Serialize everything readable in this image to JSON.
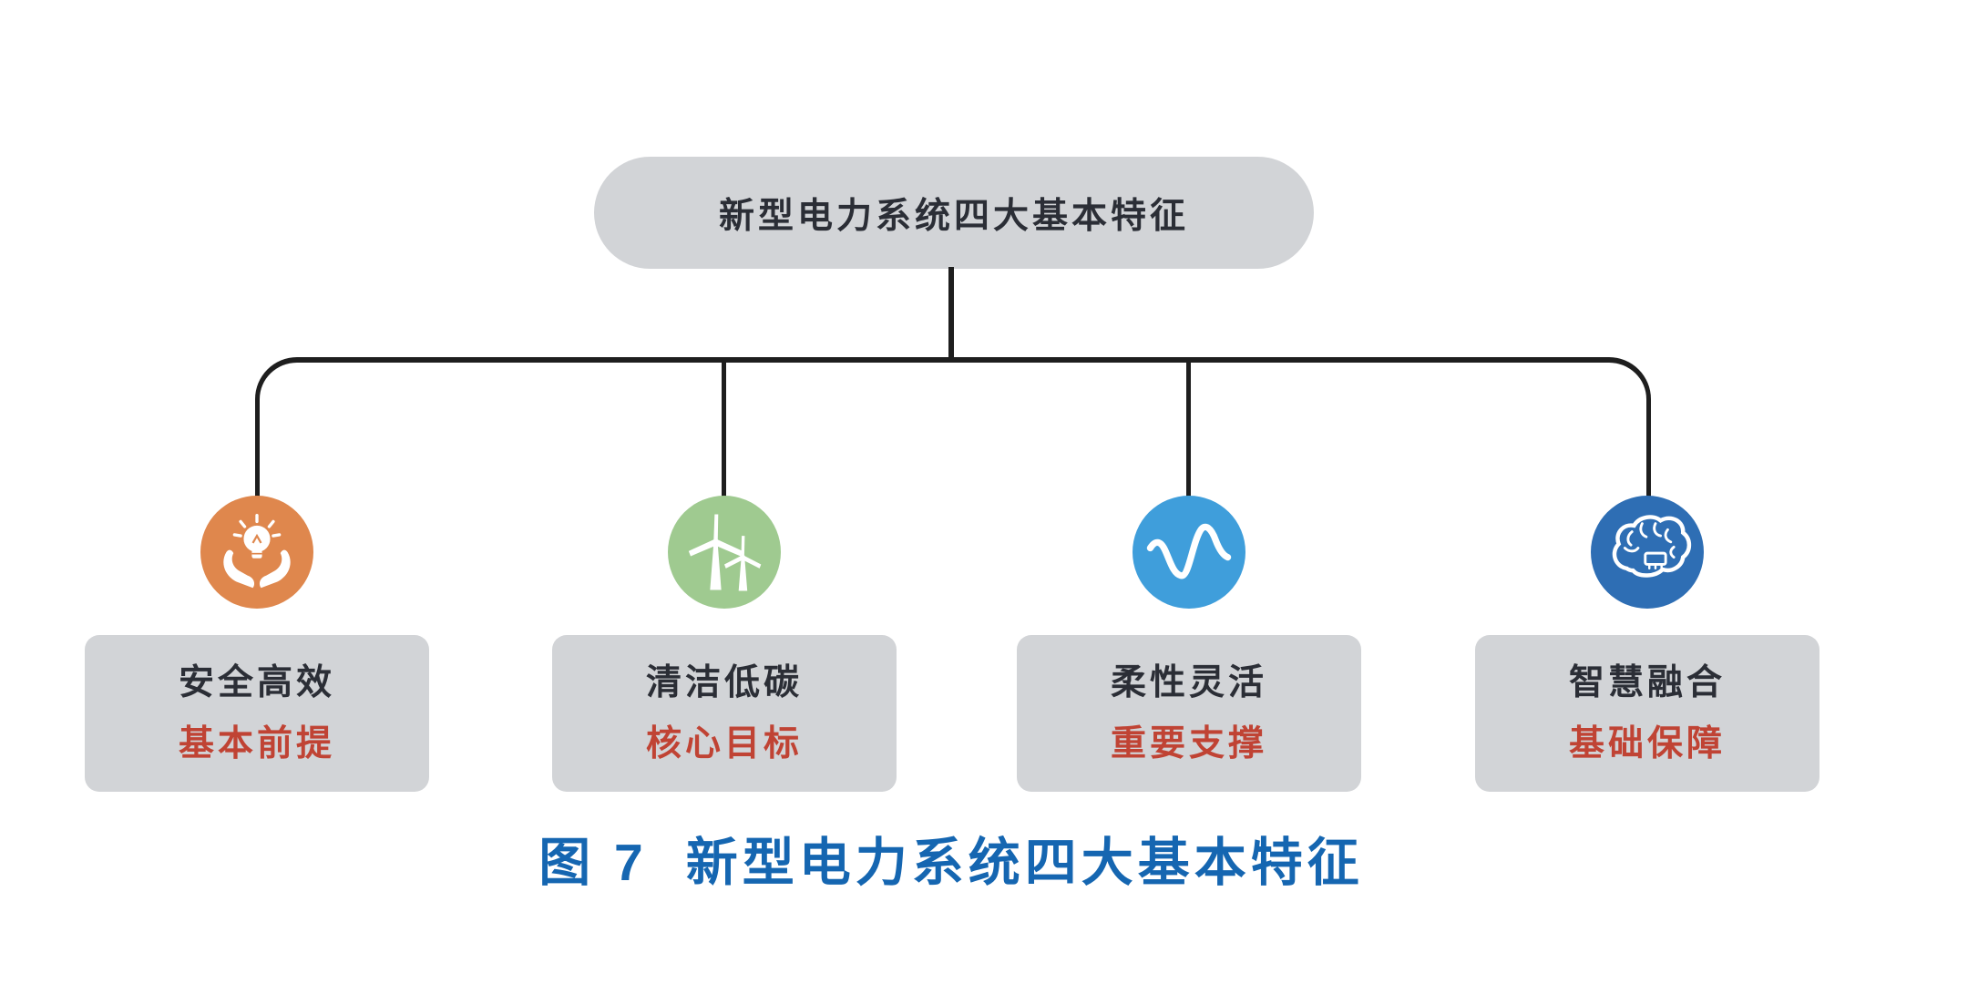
{
  "figure": {
    "root_label": "新型电力系统四大基本特征",
    "caption_prefix": "图 7",
    "caption_title": "新型电力系统四大基本特征"
  },
  "branches": [
    {
      "name": "安全高效",
      "role": "基本前提",
      "icon": "hands-lightbulb-icon",
      "circle_color": "#DF874D"
    },
    {
      "name": "清洁低碳",
      "role": "核心目标",
      "icon": "wind-turbines-icon",
      "circle_color": "#9FCA90"
    },
    {
      "name": "柔性灵活",
      "role": "重要支撑",
      "icon": "sine-wave-icon",
      "circle_color": "#3F9EDB"
    },
    {
      "name": "智慧融合",
      "role": "基础保障",
      "icon": "brain-circuit-icon",
      "circle_color": "#2E6EB4"
    }
  ],
  "colors": {
    "node_fill": "#D2D4D7",
    "connector_line": "#1E1E1E",
    "name_text": "#2B2E36",
    "role_text": "#C04334",
    "caption_text": "#1566B1"
  }
}
